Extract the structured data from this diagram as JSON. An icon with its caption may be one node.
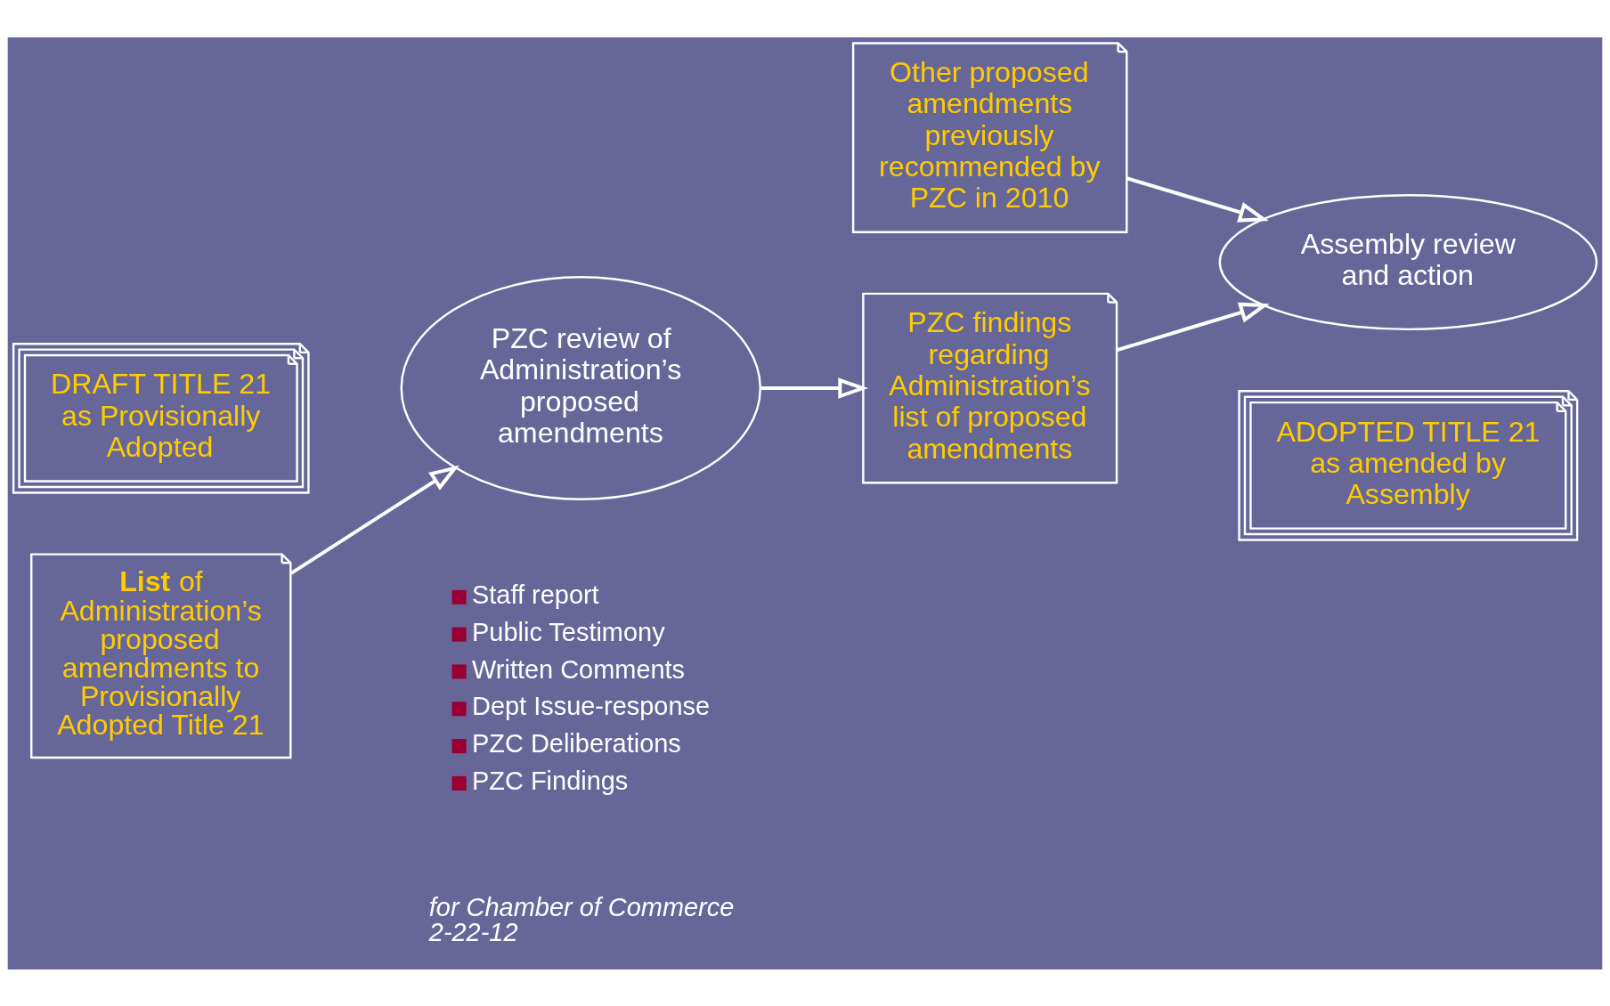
{
  "diagram": {
    "nodes": [
      {
        "text": [
          "DRAFT TITLE 21 as Provisionally Adopted"
        ]
      },
      {
        "text": [
          "**List** of Administration’s proposed amendments to Provisionally Adopted Title 21"
        ]
      },
      {
        "text": [
          "PZC review of Administration’s proposed amendments"
        ],
        "beside": [
          "Staff report",
          "Public Testimony",
          "Written Comments",
          "Dept Issue-response",
          "PZC Deliberations",
          "PZC Findings"
        ]
      },
      {
        "text": [
          "PZC findings regarding Administration’s list of proposed amendments"
        ]
      },
      {
        "text": [
          "Other proposed amendments previously recommended by PZC in 2010"
        ]
      },
      {
        "text": [
          "Assembly review and action"
        ]
      },
      {
        "text": [
          "ADOPTED TITLE 21 as amended by Assembly"
        ]
      }
    ],
    "edges": [
      {
        "from": 1,
        "to": 2,
        "arrow": "to"
      },
      {
        "from": 2,
        "to": 3,
        "arrow": "to"
      },
      {
        "from": 3,
        "to": 5,
        "arrow": "to"
      },
      {
        "from": 4,
        "to": 5,
        "arrow": "to"
      }
    ],
    "labels": [
      "for Chamber of Commerce",
      "2-22-12"
    ]
  }
}
